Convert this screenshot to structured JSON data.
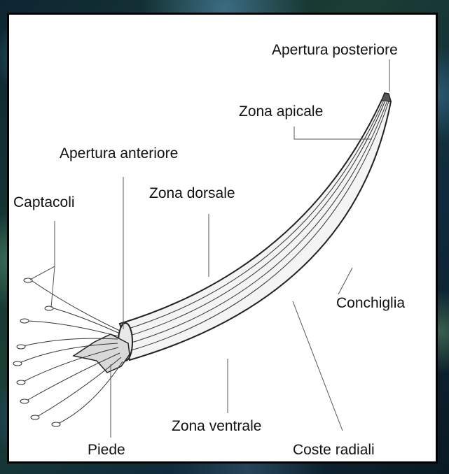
{
  "labels": {
    "apertura_posteriore": "Apertura posteriore",
    "zona_apicale": "Zona apicale",
    "apertura_anteriore": "Apertura anteriore",
    "zona_dorsale": "Zona dorsale",
    "captacoli": "Captacoli",
    "conchiglia": "Conchiglia",
    "zona_ventrale": "Zona ventrale",
    "piede": "Piede",
    "coste_radiali": "Coste radiali"
  },
  "colors": {
    "line": "#222222",
    "panel": "#ffffff",
    "frame": "#000000"
  }
}
